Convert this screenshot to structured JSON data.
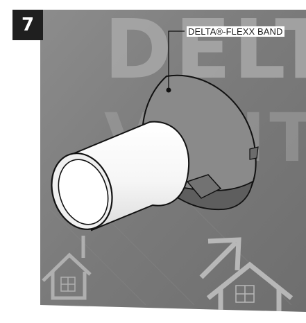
{
  "step": {
    "number": "7"
  },
  "callout": {
    "label": "DELTA®-FLEXX BAND"
  },
  "background_text": {
    "line1": "DELT",
    "line2": "VENT"
  },
  "colors": {
    "wall_gray": "#7f7f7f",
    "wall_light_text": "#a7a7a7",
    "flange_gray": "#8a8a8a",
    "band_dark": "#5f5f5f",
    "pipe_white": "#ffffff",
    "outline": "#111111",
    "badge_bg": "#1f1f1f"
  }
}
